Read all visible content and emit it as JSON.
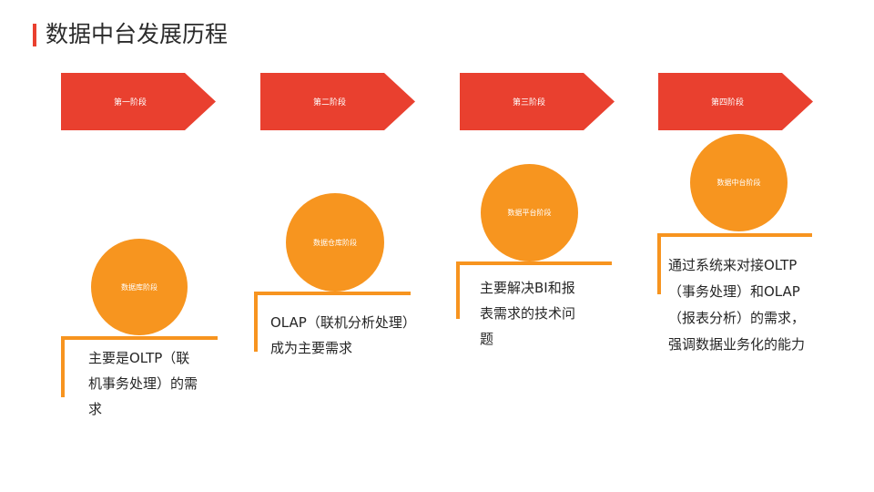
{
  "title": "数据中台发展历程",
  "colors": {
    "accent": "#e9402f",
    "orange": "#f7941f",
    "circle": "#f7951f"
  },
  "stages": [
    {
      "label": "第一阶段",
      "circle_label": "数据库阶段",
      "desc_lines": [
        "主要是OLTP（联",
        "机事务处理）的需",
        "求"
      ]
    },
    {
      "label": "第二阶段",
      "circle_label": "数据仓库阶段",
      "desc_lines": [
        "OLAP（联机分析处理）",
        "成为主要需求"
      ]
    },
    {
      "label": "第三阶段",
      "circle_label": "数据平台阶段",
      "desc_lines": [
        "主要解决BI和报",
        "表需求的技术问",
        "题"
      ]
    },
    {
      "label": "第四阶段",
      "circle_label": "数据中台阶段",
      "desc_lines": [
        "通过系统来对接OLTP",
        "（事务处理）和OLAP",
        "（报表分析）的需求，",
        "强调数据业务化的能力"
      ]
    }
  ]
}
